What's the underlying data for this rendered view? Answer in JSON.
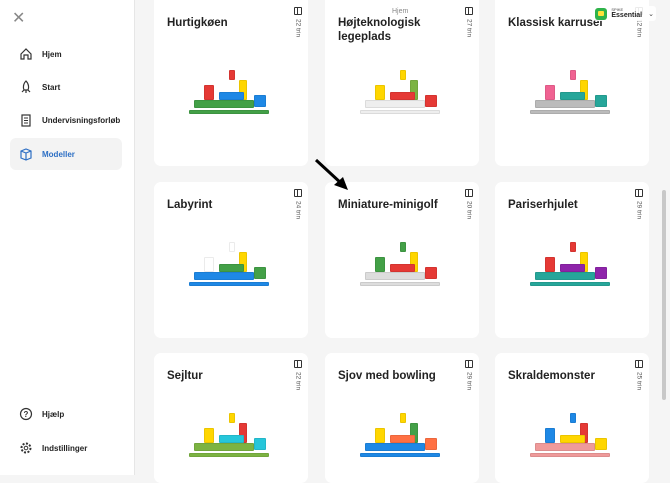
{
  "sidebar": {
    "items": [
      {
        "label": "Hjem",
        "icon": "home-icon"
      },
      {
        "label": "Start",
        "icon": "rocket-icon"
      },
      {
        "label": "Undervisningsforløb",
        "icon": "clipboard-icon"
      },
      {
        "label": "Modeller",
        "icon": "box-icon",
        "active": true
      }
    ],
    "bottom": [
      {
        "label": "Hjælp",
        "icon": "help-icon"
      },
      {
        "label": "Indstillinger",
        "icon": "gear-icon"
      }
    ]
  },
  "header": {
    "title": "Hjem",
    "brand_small": "SPIKE",
    "brand": "Essential"
  },
  "models": [
    {
      "title": "Hurtigkøen",
      "steps": "22 trin"
    },
    {
      "title": "Højteknologisk legeplads",
      "steps": "27 trin"
    },
    {
      "title": "Klassisk karrusel",
      "steps": "12 trin"
    },
    {
      "title": "Labyrint",
      "steps": "24 trin"
    },
    {
      "title": "Miniature-minigolf",
      "steps": "20 trin"
    },
    {
      "title": "Pariserhjulet",
      "steps": "29 trin"
    },
    {
      "title": "Sejltur",
      "steps": "22 trin"
    },
    {
      "title": "Sjov med bowling",
      "steps": "29 trin"
    },
    {
      "title": "Skraldemonster",
      "steps": "25 trin"
    }
  ],
  "colors": {
    "accent": "#2d6fc4",
    "brand_green": "#2fb34a"
  }
}
